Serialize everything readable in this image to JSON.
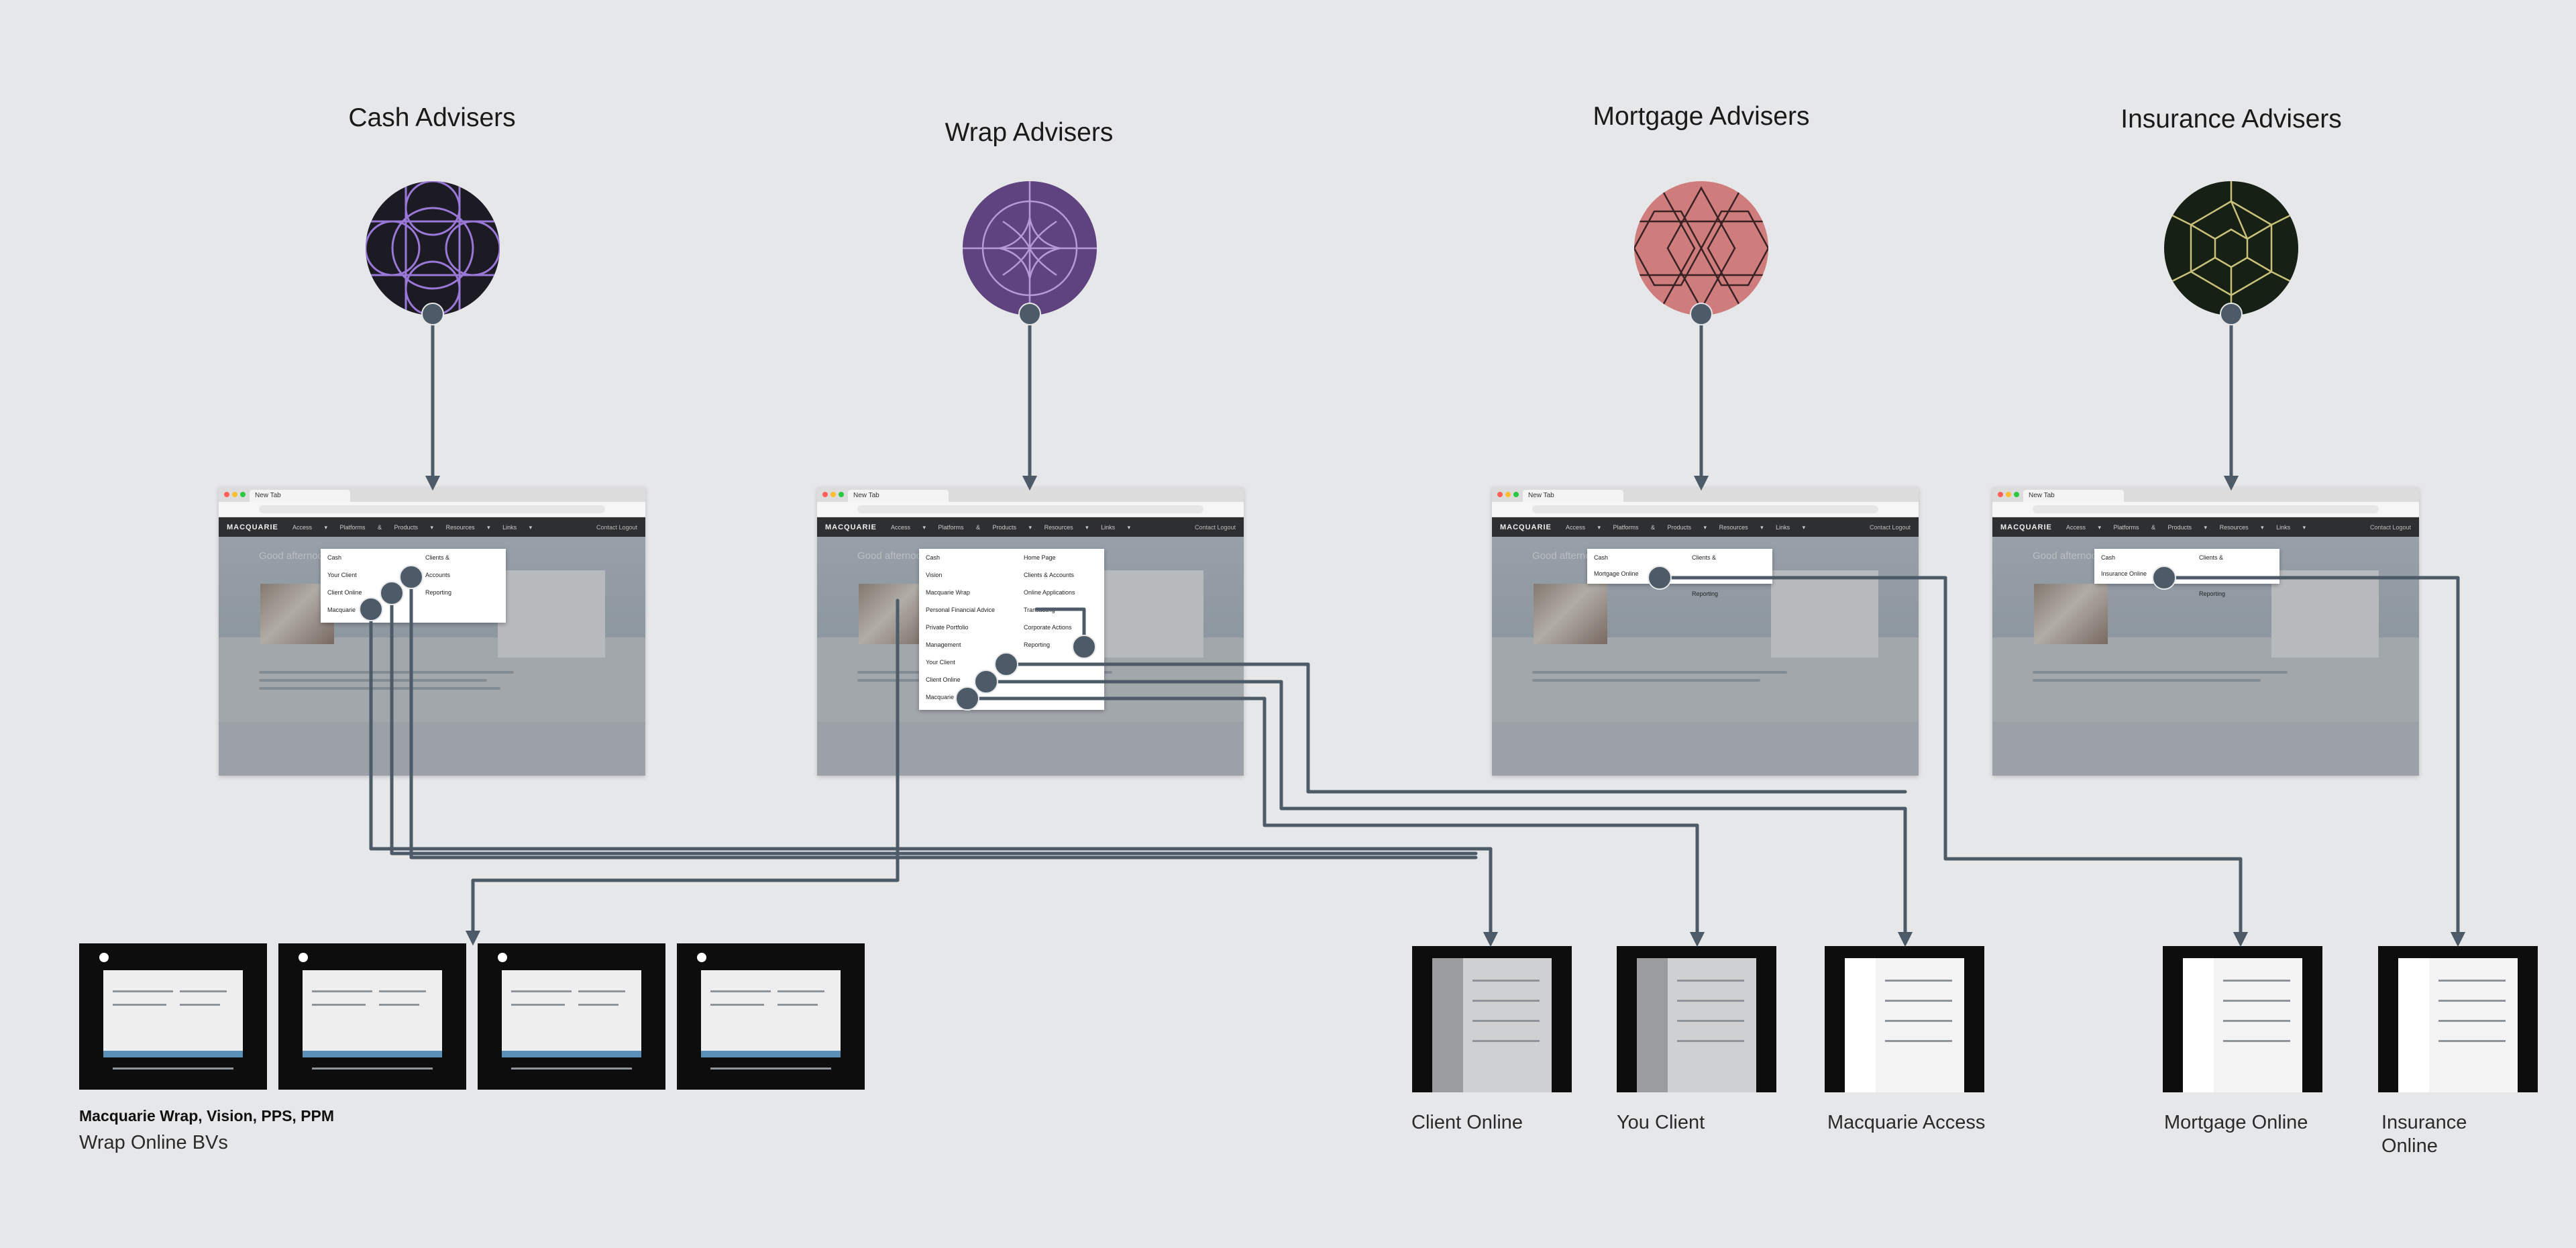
{
  "groups": [
    {
      "title": "Cash Advisers"
    },
    {
      "title": "Wrap Advisers"
    },
    {
      "title": "Mortgage Advisers"
    },
    {
      "title": "Insurance Advisers"
    }
  ],
  "browser": {
    "tab_title": "New Tab",
    "logo": "MACQUARIE",
    "nav_items": "Access ▾   Platforms & Products ▾   Resources ▾   Links ▾",
    "nav_right": "Contact   Logout",
    "greeting": "Good afternoon"
  },
  "menus": {
    "cash": {
      "col1": [
        "Cash",
        "Your Client",
        "Client Online",
        "Macquarie"
      ],
      "col2": [
        "Clients &",
        "Accounts",
        "Reporting"
      ]
    },
    "wrap": {
      "col1": [
        "Cash",
        "Vision",
        "Macquarie Wrap",
        "Personal Financial Advice",
        "Private Portfolio",
        "Management",
        "Your Client",
        "Client Online",
        "Macquarie"
      ],
      "col2": [
        "Home Page",
        "Clients & Accounts",
        "Online Applications",
        "Transacting",
        "Corporate Actions",
        "Reporting"
      ]
    },
    "mortgage": {
      "col1": [
        "Cash",
        "Mortgage Online"
      ],
      "col2": [
        "Clients &",
        "Reporting"
      ]
    },
    "insurance": {
      "col1": [
        "Cash",
        "Insurance Online"
      ],
      "col2": [
        "Clients &",
        "Reporting"
      ]
    }
  },
  "outputs": {
    "wrap_bold": "Macquarie Wrap, Vision, PPS, PPM",
    "wrap_label": "Wrap Online BVs",
    "client_online": "Client Online",
    "you_client": "You Client",
    "macquarie_access": "Macquarie Access",
    "mortgage_online": "Mortgage Online",
    "insurance_online": "Insurance Online"
  },
  "colors": {
    "background": "#e6e7e9",
    "connector": "#4d5b68",
    "cash_badge": "#1c1a22",
    "cash_lines": "#9a78d8",
    "wrap_badge": "#5e437e",
    "wrap_lines": "#b59ad6",
    "mortgage_badge": "#cf7c7d",
    "mortgage_lines": "#3a2224",
    "insurance_badge": "#162014",
    "insurance_lines": "#c9c07a"
  }
}
